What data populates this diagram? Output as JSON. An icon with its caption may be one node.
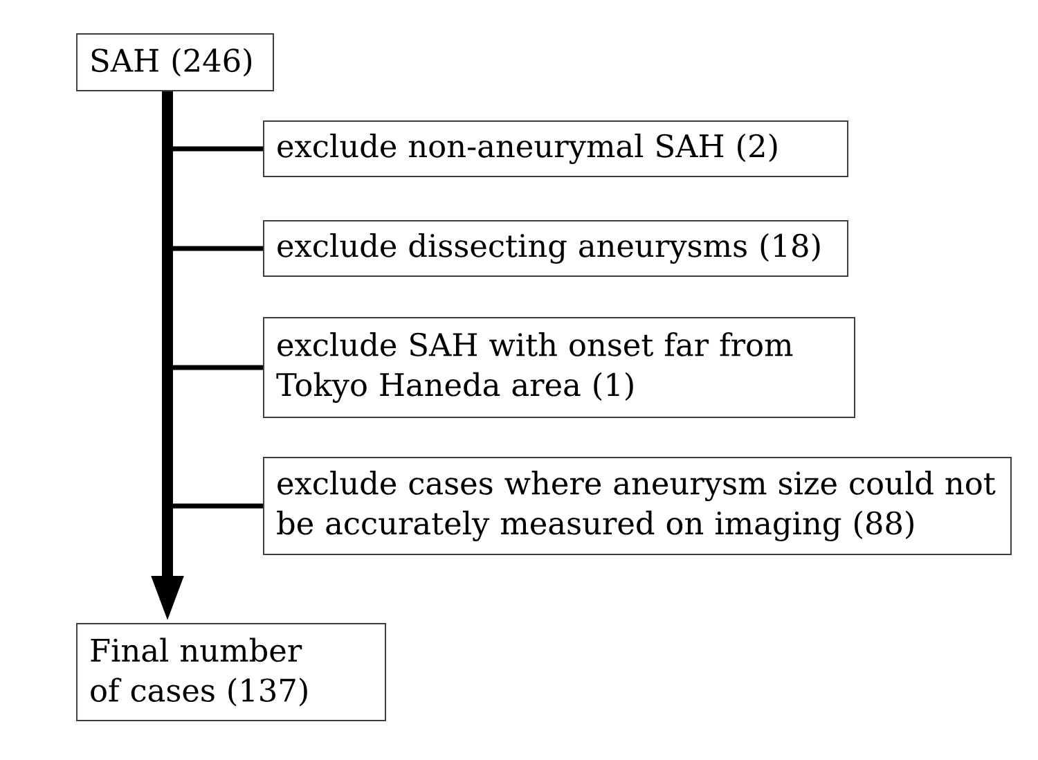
{
  "diagram": {
    "nodes": [
      {
        "text": [
          "SAH (246)"
        ]
      },
      {
        "text": [
          "exclude non-aneurymal SAH (2)"
        ]
      },
      {
        "text": [
          "exclude dissecting aneurysms (18)"
        ]
      },
      {
        "text": [
          "exclude SAH with onset far from Tokyo Haneda area (1)"
        ]
      },
      {
        "text": [
          "exclude cases where aneurysm size could not be accurately measured on imaging (88)"
        ]
      },
      {
        "text": [
          "Final number of cases (137)"
        ]
      }
    ],
    "edges": [
      {
        "from": 0,
        "to": 5,
        "arrow": "to"
      },
      {
        "from": 0,
        "to": 1,
        "arrow": "none"
      },
      {
        "from": 0,
        "to": 2,
        "arrow": "none"
      },
      {
        "from": 0,
        "to": 3,
        "arrow": "none"
      },
      {
        "from": 0,
        "to": 4,
        "arrow": "none"
      }
    ]
  }
}
